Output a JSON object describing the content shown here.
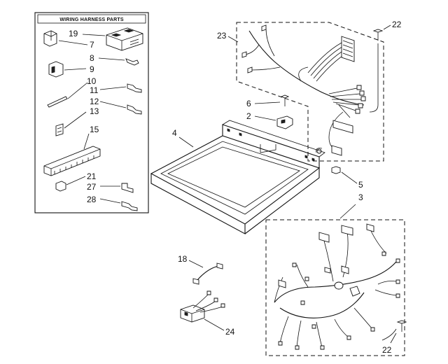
{
  "legend": {
    "title": "WIRING HARNESS PARTS",
    "numbers": [
      "19",
      "7",
      "8",
      "9",
      "10",
      "11",
      "12",
      "13",
      "15",
      "21",
      "27",
      "28"
    ]
  },
  "callouts": {
    "c23": "23",
    "c22_top": "22",
    "c6": "6",
    "c2": "2",
    "c4": "4",
    "c5": "5",
    "c3": "3",
    "c18": "18",
    "c24": "24",
    "c22_bottom": "22"
  }
}
